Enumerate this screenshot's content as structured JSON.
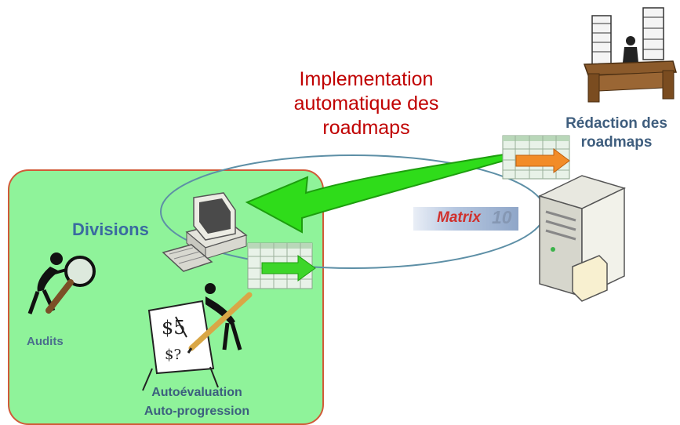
{
  "title_lines": [
    "Implementation",
    "automatique des",
    "roadmaps"
  ],
  "redaction_lines": [
    "Rédaction des",
    "roadmaps"
  ],
  "divisions_label": "Divisions",
  "audits_label": "Audits",
  "auto_lines": [
    "Autoévaluation",
    "Auto-progression"
  ],
  "logo": {
    "word": "Matrix",
    "number": "10"
  },
  "colors": {
    "title": "#c00000",
    "division_fill": "#8ff39a",
    "division_border": "#d15a38",
    "arrow_green": "#2fdc1a",
    "orange_arrow": "#f28c28",
    "ellipse": "#5d8fa6"
  },
  "icons": [
    "desk-clerk-icon",
    "server-tower-icon",
    "desktop-computer-icon",
    "auditor-magnifier-icon",
    "self-assessment-drawing-icon",
    "spreadsheet-icon"
  ]
}
